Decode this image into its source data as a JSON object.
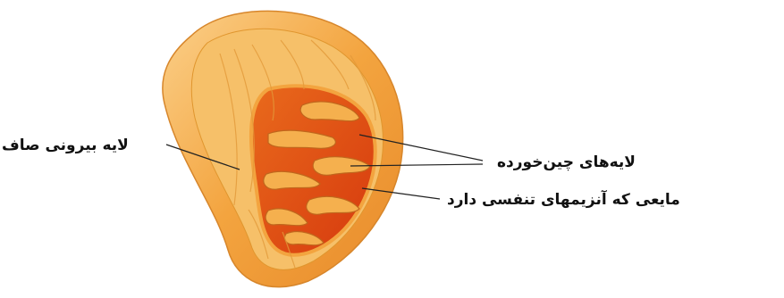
{
  "labels": {
    "outer_membrane": "لایه بیرونی صاف",
    "folded_membranes": "لایه‌های چین‌خورده",
    "matrix_fluid": "مایعی که آنزیمهای تنفسی دارد"
  },
  "colors": {
    "outer_fill": "#f2a23c",
    "outer_highlight": "#f9d28a",
    "inner_fill": "#e15a12",
    "matrix_fill": "#d9390e",
    "crista_fill": "#f5b04e",
    "crista_stroke": "#c0661c",
    "leader_line": "#222222",
    "label_text": "#111111"
  }
}
